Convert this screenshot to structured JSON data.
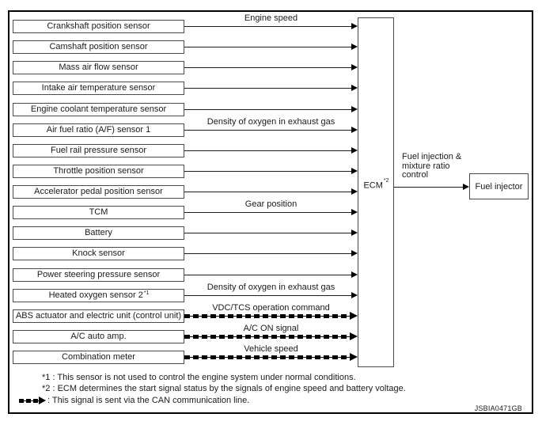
{
  "diagram": {
    "figure_code": "JSBIA0471GB",
    "ecm": {
      "label": "ECM",
      "sup": "*2"
    },
    "output": {
      "control_label": "Fuel injection &\nmixture ratio\ncontrol",
      "target_label": "Fuel injector"
    },
    "rows": [
      {
        "label": "Crankshaft position sensor",
        "signal": "Engine speed",
        "can": false
      },
      {
        "label": "Camshaft position sensor",
        "can": false
      },
      {
        "label": "Mass air flow sensor",
        "can": false
      },
      {
        "label": "Intake air temperature sensor",
        "can": false
      },
      {
        "label": "Engine coolant temperature sensor",
        "can": false
      },
      {
        "label": "Air fuel ratio (A/F) sensor 1",
        "signal": "Density of oxygen in exhaust gas",
        "can": false
      },
      {
        "label": "Fuel rail pressure sensor",
        "can": false
      },
      {
        "label": "Throttle position sensor",
        "can": false
      },
      {
        "label": "Accelerator pedal position sensor",
        "can": false
      },
      {
        "label": "TCM",
        "signal": "Gear position",
        "can": false
      },
      {
        "label": "Battery",
        "can": false
      },
      {
        "label": "Knock sensor",
        "can": false
      },
      {
        "label": "Power steering pressure sensor",
        "can": false
      },
      {
        "label": "Heated oxygen sensor 2",
        "sup": "*1",
        "signal": "Density of oxygen in exhaust gas",
        "can": false
      },
      {
        "label": "ABS actuator and electric unit (control unit)",
        "signal": "VDC/TCS operation command",
        "can": true
      },
      {
        "label": "A/C auto amp.",
        "signal": "A/C ON signal",
        "can": true
      },
      {
        "label": "Combination meter",
        "signal": "Vehicle speed",
        "can": true
      }
    ],
    "notes": {
      "note1": "*1 : This sensor is not used to control the engine system under normal conditions.",
      "note2": "*2 : ECM determines the start signal status by the signals of engine speed and battery voltage.",
      "note3_text": ": This signal is sent via the CAN communication line.",
      "can_arrow_icon": "can-dashed-arrow"
    }
  }
}
